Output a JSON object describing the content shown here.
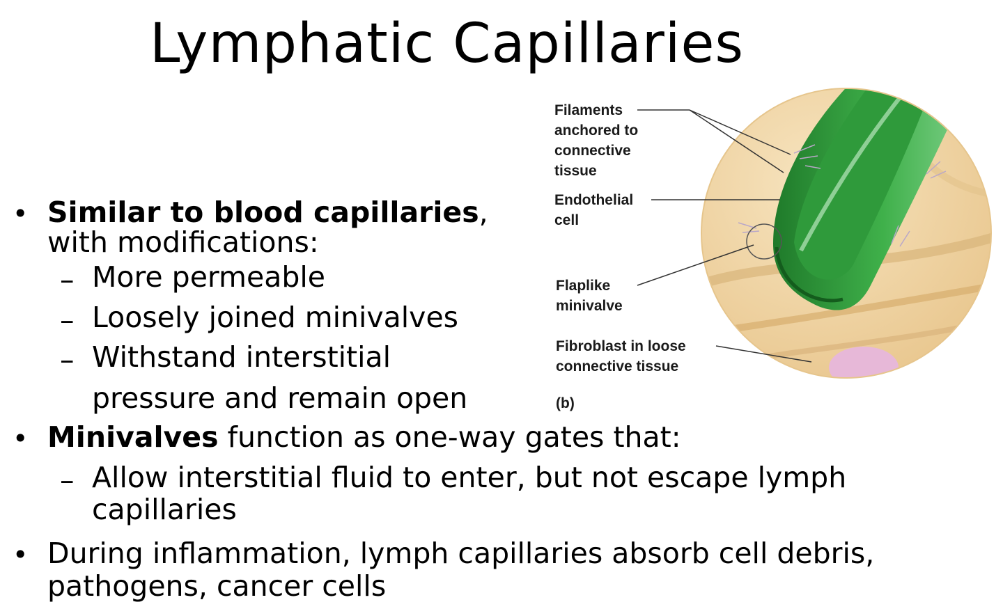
{
  "slide": {
    "title": "Lymphatic Capillaries",
    "b1_bold": "Similar to blood capillaries",
    "b1_rest": ",",
    "b1_line2": "with modifications:",
    "sub1": "More permeable",
    "sub2": "Loosely joined minivalves",
    "sub3_l1": "Withstand interstitial",
    "sub3_l2": "pressure and remain open",
    "b2_bold": "Minivalves",
    "b2_rest": " function as one-way gates that:",
    "sub4_l1": "Allow interstitial fluid to enter, but not escape lymph",
    "sub4_l2": "capillaries",
    "b3_l1": "During inflammation, lymph capillaries absorb cell debris,",
    "b3_l2": "pathogens, cancer cells",
    "bullet_char": "•",
    "dash_char": "–"
  },
  "figure": {
    "label_filaments": [
      "Filaments",
      "anchored to",
      "connective",
      "tissue"
    ],
    "label_endothelial": [
      "Endothelial",
      "cell"
    ],
    "label_flaplike": [
      "Flaplike",
      "minivalve"
    ],
    "label_fibroblast": [
      "Fibroblast in loose",
      "connective tissue"
    ],
    "panel": "(b)",
    "colors": {
      "tissue": "#efd3a0",
      "vessel_dark": "#1f7a2a",
      "vessel_light": "#3fb04a",
      "nucleus": "#e7b8d8"
    }
  }
}
